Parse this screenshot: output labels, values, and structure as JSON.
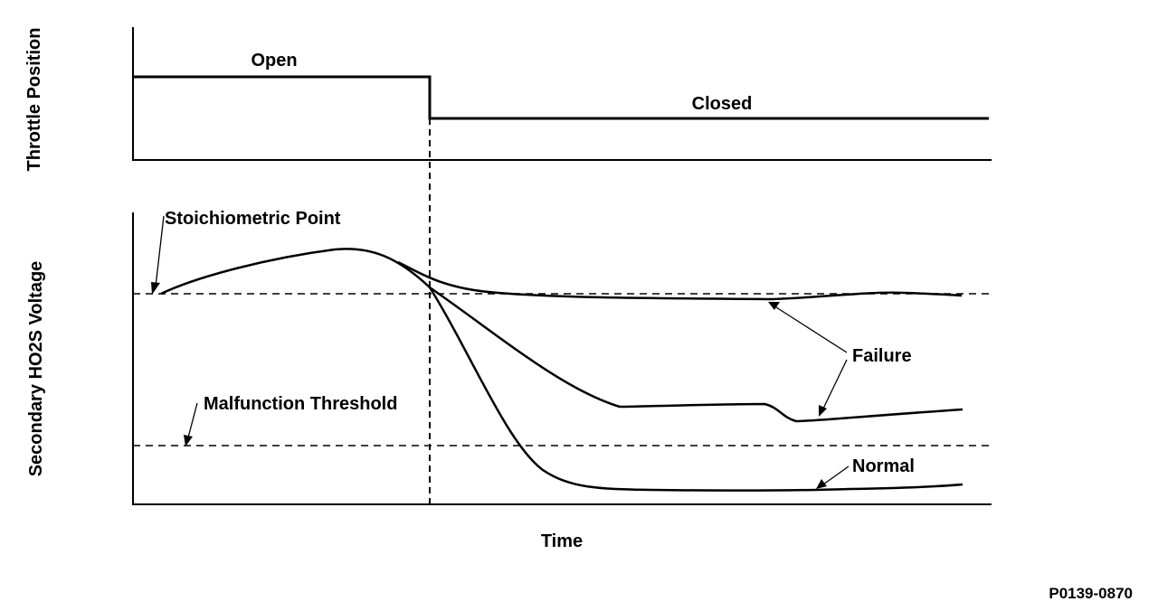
{
  "throttle_panel": {
    "ylabel": "Throttle Position",
    "open_label": "Open",
    "closed_label": "Closed"
  },
  "voltage_panel": {
    "ylabel": "Secondary HO2S Voltage",
    "stoichiometric_label": "Stoichiometric Point",
    "malfunction_label": "Malfunction Threshold",
    "failure_label": "Failure",
    "normal_label": "Normal"
  },
  "xlabel": "Time",
  "figure_id": "P0139-0870"
}
